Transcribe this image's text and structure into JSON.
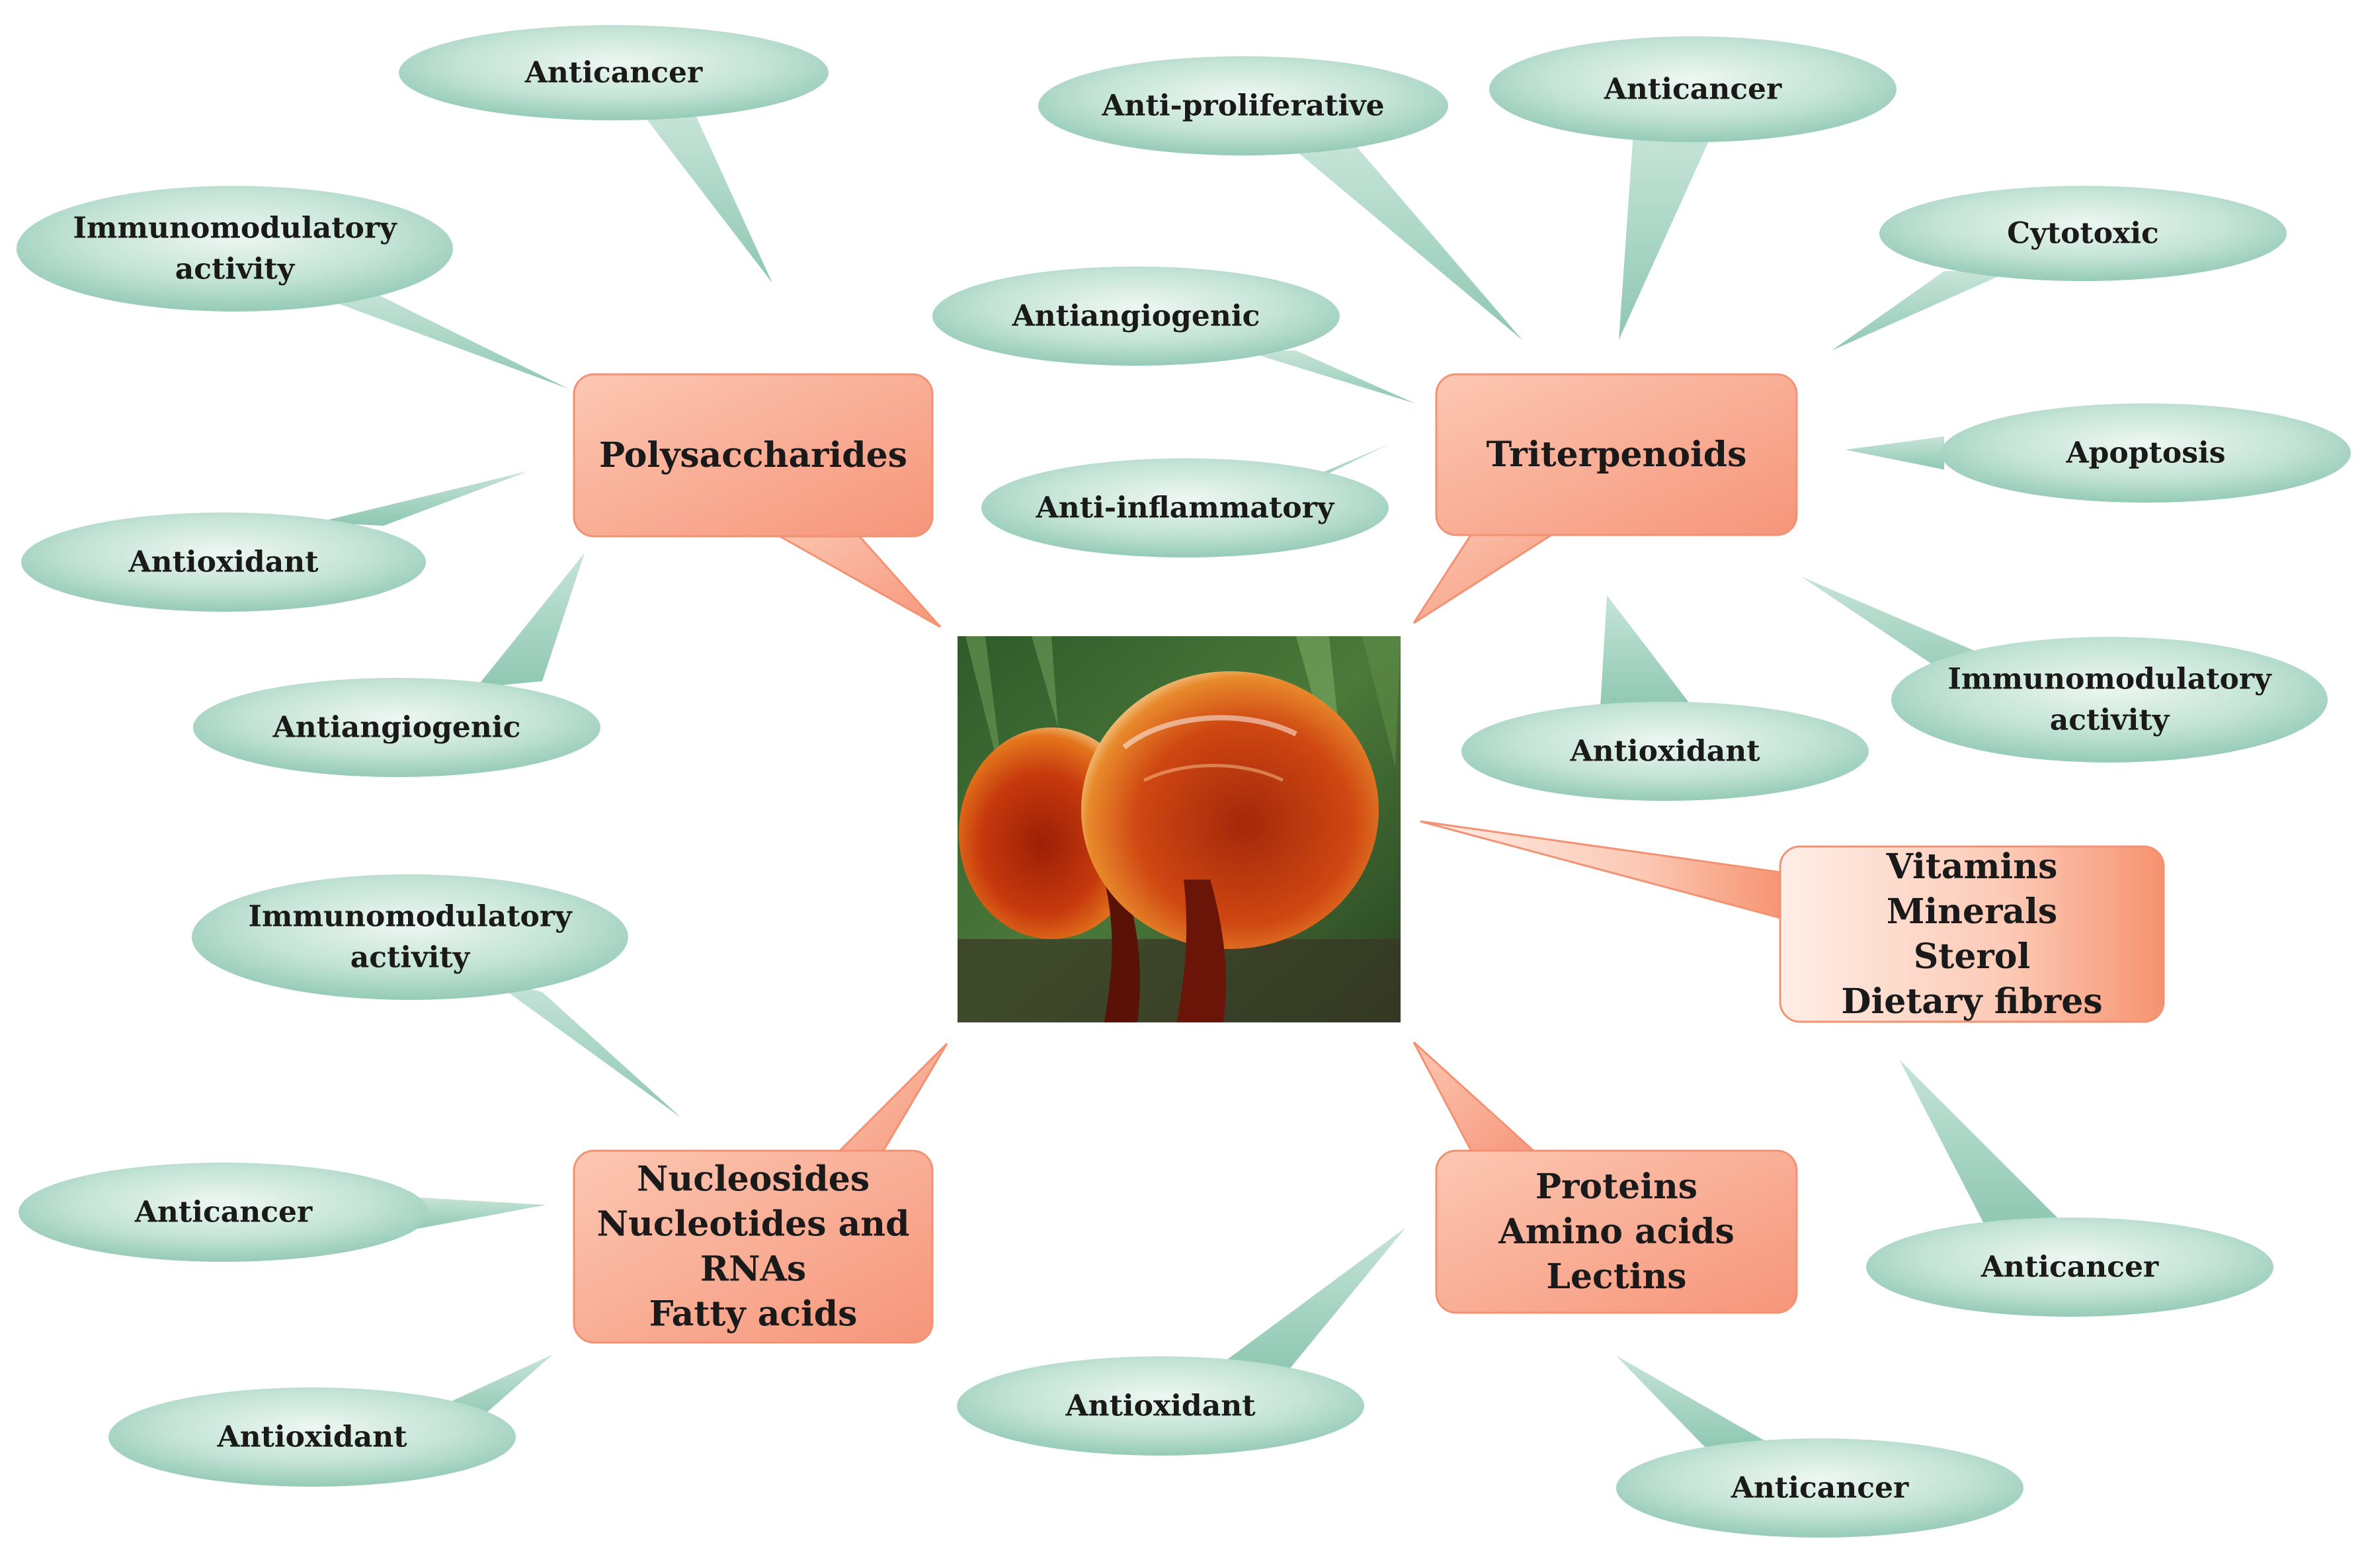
{
  "center_image": {
    "icon": "reishi-mushroom-photo"
  },
  "groups": [
    {
      "key": "polysaccharides",
      "box_lines": [
        "Polysaccharides"
      ],
      "effects": [
        {
          "lines": [
            "Anticancer"
          ]
        },
        {
          "lines": [
            "Immunomodulatory",
            "activity"
          ]
        },
        {
          "lines": [
            "Antioxidant"
          ]
        },
        {
          "lines": [
            "Antiangiogenic"
          ]
        }
      ]
    },
    {
      "key": "triterpenoids",
      "box_lines": [
        "Triterpenoids"
      ],
      "effects": [
        {
          "lines": [
            "Anti-proliferative"
          ]
        },
        {
          "lines": [
            "Anticancer"
          ]
        },
        {
          "lines": [
            "Cytotoxic"
          ]
        },
        {
          "lines": [
            "Antiangiogenic"
          ]
        },
        {
          "lines": [
            "Apoptosis"
          ]
        },
        {
          "lines": [
            "Anti-inflammatory"
          ]
        },
        {
          "lines": [
            "Antioxidant"
          ]
        },
        {
          "lines": [
            "Immunomodulatory",
            "activity"
          ]
        }
      ]
    },
    {
      "key": "vitamins",
      "box_lines": [
        "Vitamins",
        "Minerals",
        "Sterol",
        "Dietary fibres"
      ],
      "effects": [
        {
          "lines": [
            "Anticancer"
          ]
        }
      ]
    },
    {
      "key": "nucleosides",
      "box_lines": [
        "Nucleosides",
        "Nucleotides and",
        "RNAs",
        "Fatty acids"
      ],
      "effects": [
        {
          "lines": [
            "Immunomodulatory",
            "activity"
          ]
        },
        {
          "lines": [
            "Anticancer"
          ]
        },
        {
          "lines": [
            "Antioxidant"
          ]
        }
      ]
    },
    {
      "key": "proteins",
      "box_lines": [
        "Proteins",
        "Amino acids",
        "Lectins"
      ],
      "effects": [
        {
          "lines": [
            "Antioxidant"
          ]
        },
        {
          "lines": [
            "Anticancer"
          ]
        }
      ]
    }
  ],
  "colors": {
    "oval_light": "#e6f3ee",
    "oval_dark": "#8fc8b2",
    "box_light": "#fdd7c8",
    "box_dark": "#f5906f",
    "box_stroke": "#f39273"
  }
}
